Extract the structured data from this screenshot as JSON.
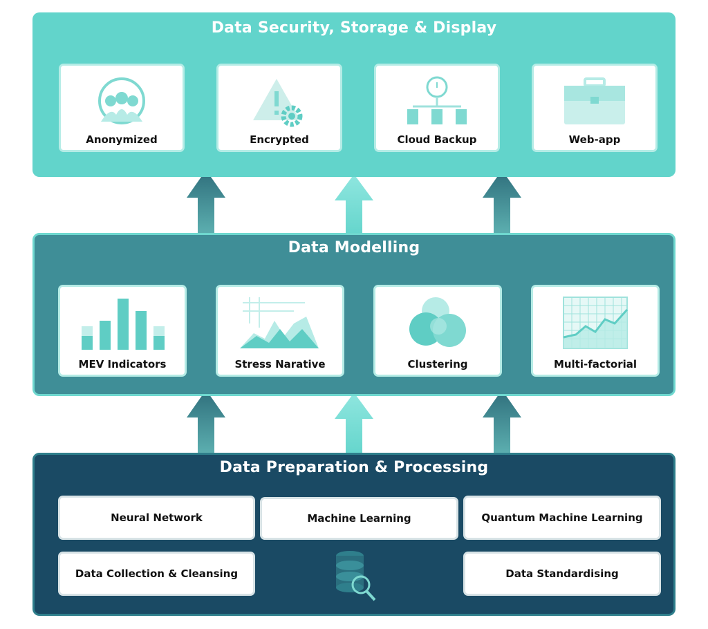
{
  "layers": {
    "display": {
      "title": "Data Security, Storage & Display",
      "cards": [
        {
          "label": "Anonymized",
          "icon": "people-group-icon"
        },
        {
          "label": "Encrypted",
          "icon": "warning-gear-icon"
        },
        {
          "label": "Cloud Backup",
          "icon": "cloud-backup-icon"
        },
        {
          "label": "Web-app",
          "icon": "briefcase-icon"
        }
      ]
    },
    "modelling": {
      "title": "Data Modelling",
      "cards": [
        {
          "label": "MEV Indicators",
          "icon": "bar-chart-icon"
        },
        {
          "label": "Stress Narative",
          "icon": "mountain-chart-icon"
        },
        {
          "label": "Clustering",
          "icon": "clustering-icon"
        },
        {
          "label": "Multi-factorial",
          "icon": "grid-line-chart-icon"
        }
      ]
    },
    "preparation": {
      "title": "Data Preparation & Processing",
      "items": [
        "Neural Network",
        "Machine Learning",
        "Quantum Machine Learning",
        "Data Collection & Cleansing",
        "Data Standardising"
      ],
      "center_icon": "database-search-icon"
    }
  },
  "colors": {
    "display_bg": "#62d4cb",
    "modelling_bg": "#3f8e97",
    "preparation_bg": "#1a4a64",
    "accent": "#6fd8cf"
  }
}
